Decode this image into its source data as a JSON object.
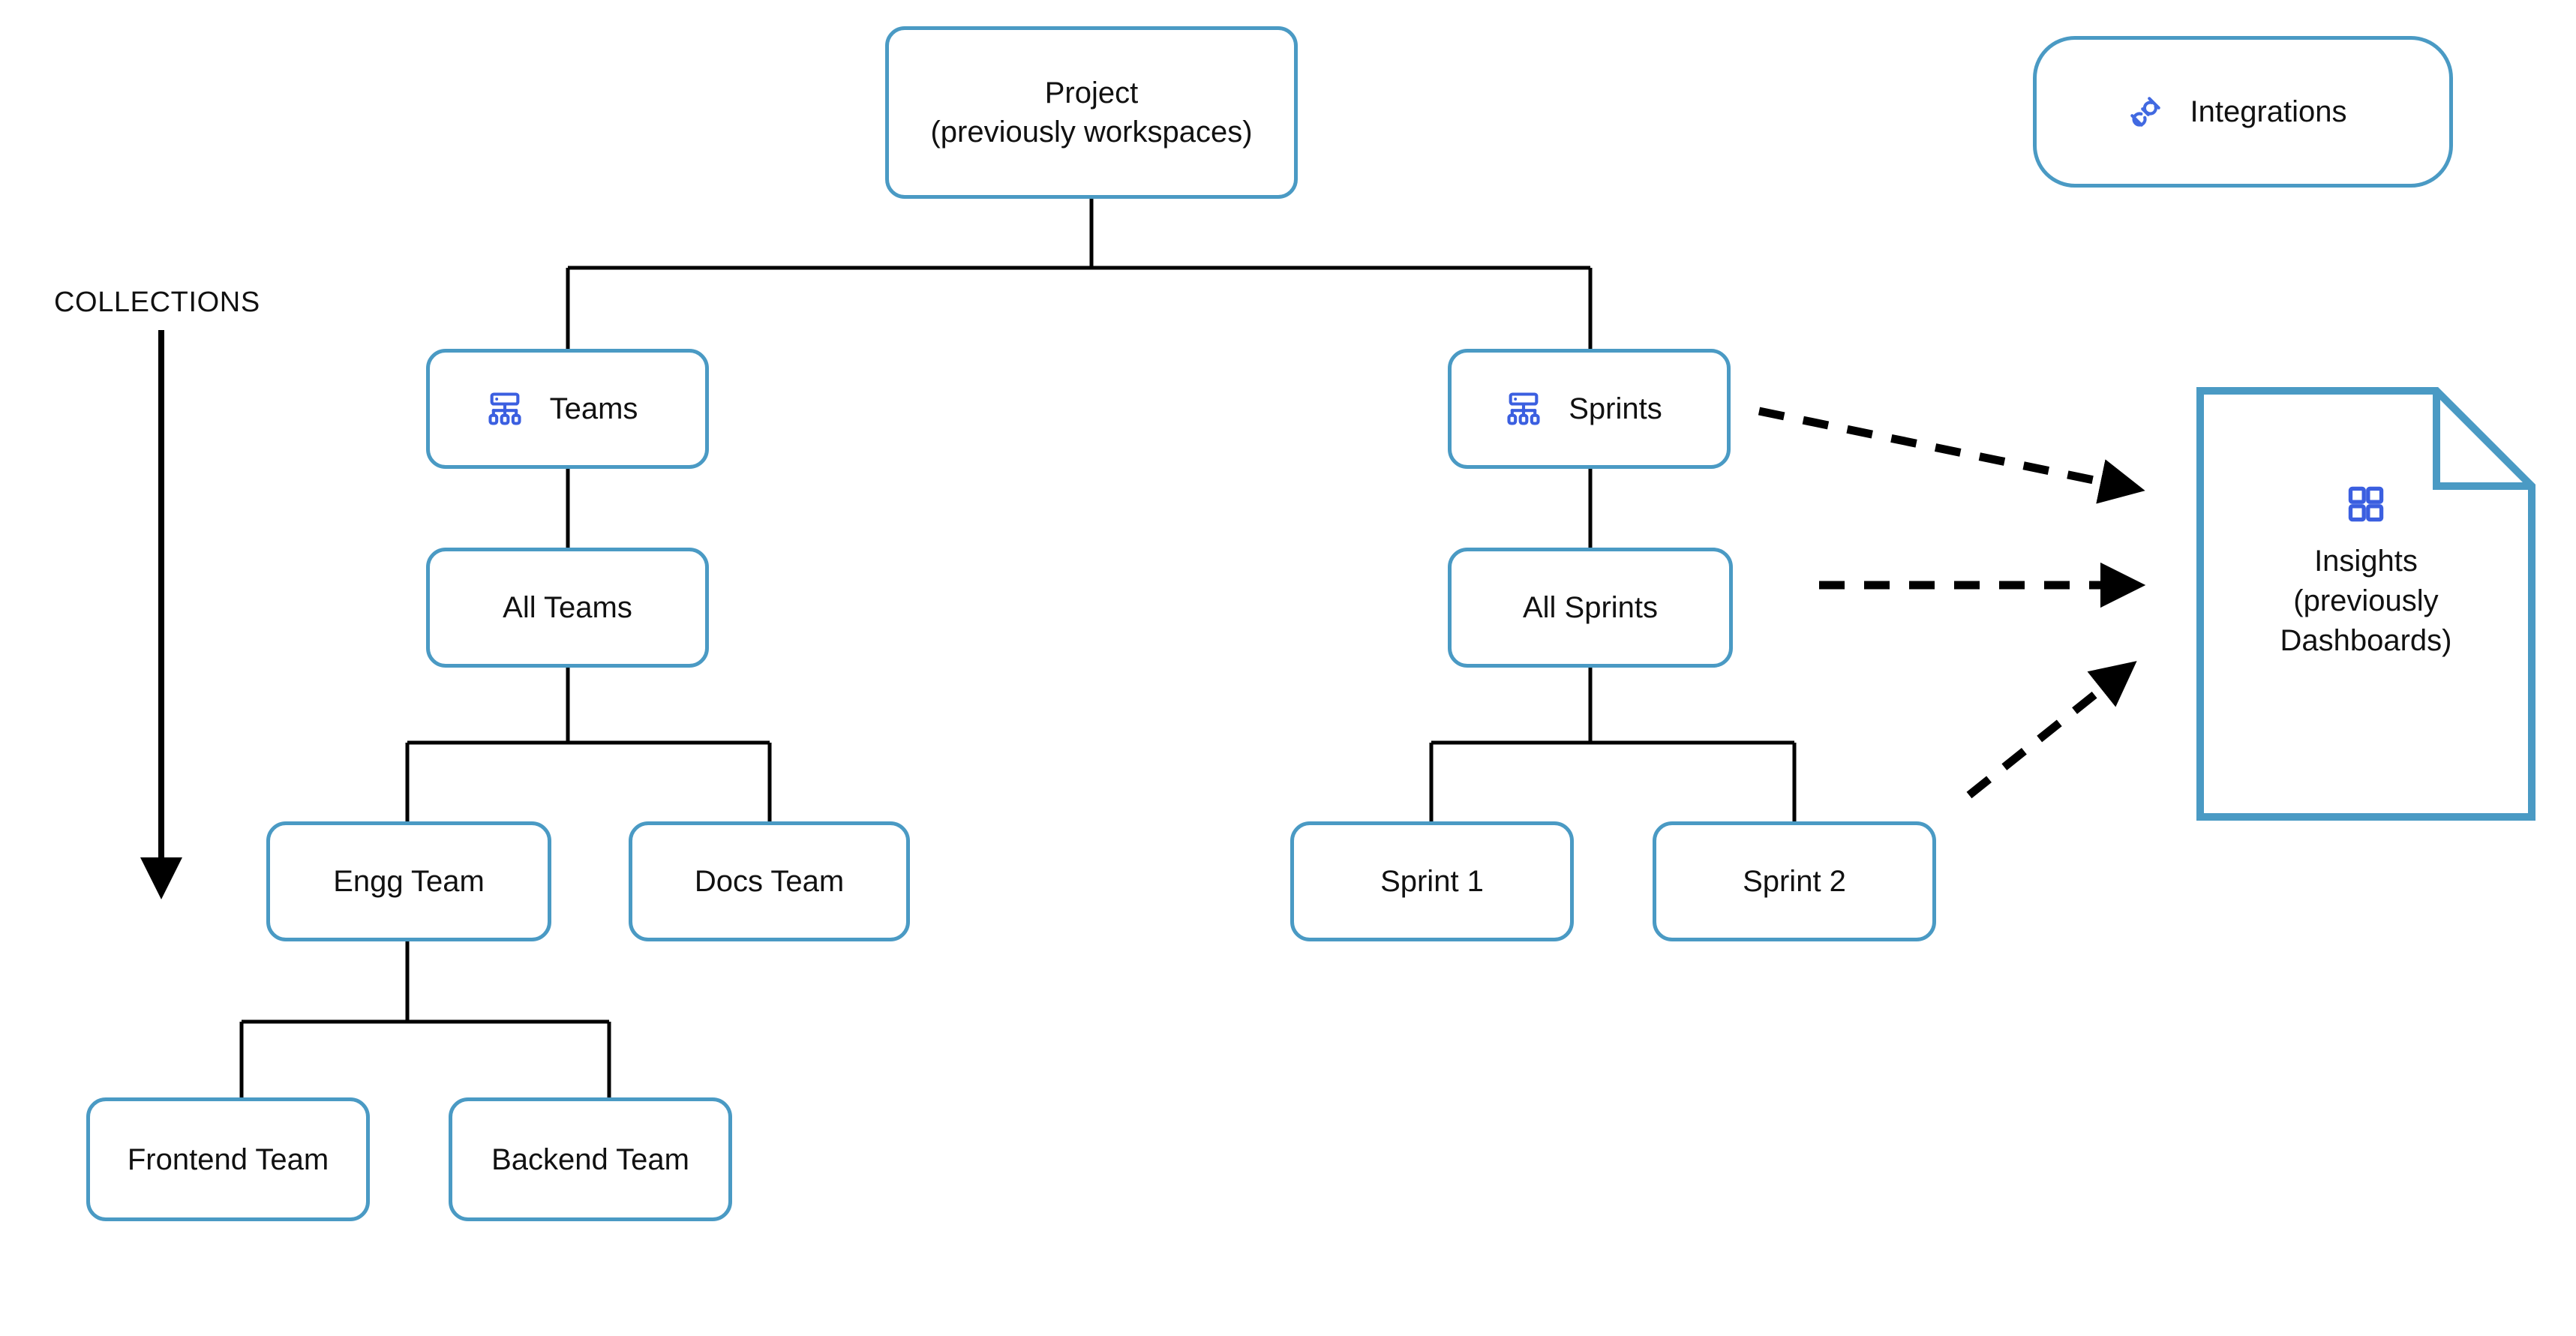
{
  "diagram": {
    "title": "Project hierarchy and collections",
    "colors": {
      "node_border": "#4A9AC4",
      "node_fill": "#FFFFFF",
      "edge": "#000000",
      "icon_blue": "#4169E1",
      "text": "#111111"
    },
    "axis": {
      "label": "COLLECTIONS",
      "direction": "down"
    },
    "nodes": [
      {
        "id": "project",
        "label": "Project\n(previously workspaces)",
        "shape": "rounded-rect",
        "icon": null
      },
      {
        "id": "integrations",
        "label": "Integrations",
        "shape": "pill",
        "icon": "plug-icon"
      },
      {
        "id": "teams",
        "label": "Teams",
        "shape": "rounded-rect",
        "icon": "org-chart-icon"
      },
      {
        "id": "sprints",
        "label": "Sprints",
        "shape": "rounded-rect",
        "icon": "org-chart-icon"
      },
      {
        "id": "all-teams",
        "label": "All Teams",
        "shape": "rounded-rect",
        "icon": null
      },
      {
        "id": "all-sprints",
        "label": "All Sprints",
        "shape": "rounded-rect",
        "icon": null
      },
      {
        "id": "engg-team",
        "label": "Engg Team",
        "shape": "rounded-rect",
        "icon": null
      },
      {
        "id": "docs-team",
        "label": "Docs Team",
        "shape": "rounded-rect",
        "icon": null
      },
      {
        "id": "sprint-1",
        "label": "Sprint 1",
        "shape": "rounded-rect",
        "icon": null
      },
      {
        "id": "sprint-2",
        "label": "Sprint 2",
        "shape": "rounded-rect",
        "icon": null
      },
      {
        "id": "frontend-team",
        "label": "Frontend Team",
        "shape": "rounded-rect",
        "icon": null
      },
      {
        "id": "backend-team",
        "label": "Backend Team",
        "shape": "rounded-rect",
        "icon": null
      },
      {
        "id": "insights",
        "label": "Insights\n(previously\nDashboards)",
        "shape": "document",
        "icon": "dashboard-grid-icon"
      }
    ],
    "edges": [
      {
        "from": "project",
        "to": "teams",
        "style": "solid"
      },
      {
        "from": "project",
        "to": "sprints",
        "style": "solid"
      },
      {
        "from": "teams",
        "to": "all-teams",
        "style": "solid"
      },
      {
        "from": "sprints",
        "to": "all-sprints",
        "style": "solid"
      },
      {
        "from": "all-teams",
        "to": "engg-team",
        "style": "solid"
      },
      {
        "from": "all-teams",
        "to": "docs-team",
        "style": "solid"
      },
      {
        "from": "all-sprints",
        "to": "sprint-1",
        "style": "solid"
      },
      {
        "from": "all-sprints",
        "to": "sprint-2",
        "style": "solid"
      },
      {
        "from": "engg-team",
        "to": "frontend-team",
        "style": "solid"
      },
      {
        "from": "engg-team",
        "to": "backend-team",
        "style": "solid"
      },
      {
        "from": "sprints",
        "to": "insights",
        "style": "dashed-arrow"
      },
      {
        "from": "all-sprints",
        "to": "insights",
        "style": "dashed-arrow"
      },
      {
        "from": "sprint-2",
        "to": "insights",
        "style": "dashed-arrow"
      }
    ]
  },
  "labels": {
    "project": "Project\n(previously workspaces)",
    "integrations": "Integrations",
    "teams": "Teams",
    "sprints": "Sprints",
    "all_teams": "All Teams",
    "all_sprints": "All Sprints",
    "engg_team": "Engg Team",
    "docs_team": "Docs Team",
    "sprint_1": "Sprint 1",
    "sprint_2": "Sprint 2",
    "frontend_team": "Frontend Team",
    "backend_team": "Backend Team",
    "insights": "Insights\n(previously\nDashboards)",
    "collections": "COLLECTIONS"
  }
}
